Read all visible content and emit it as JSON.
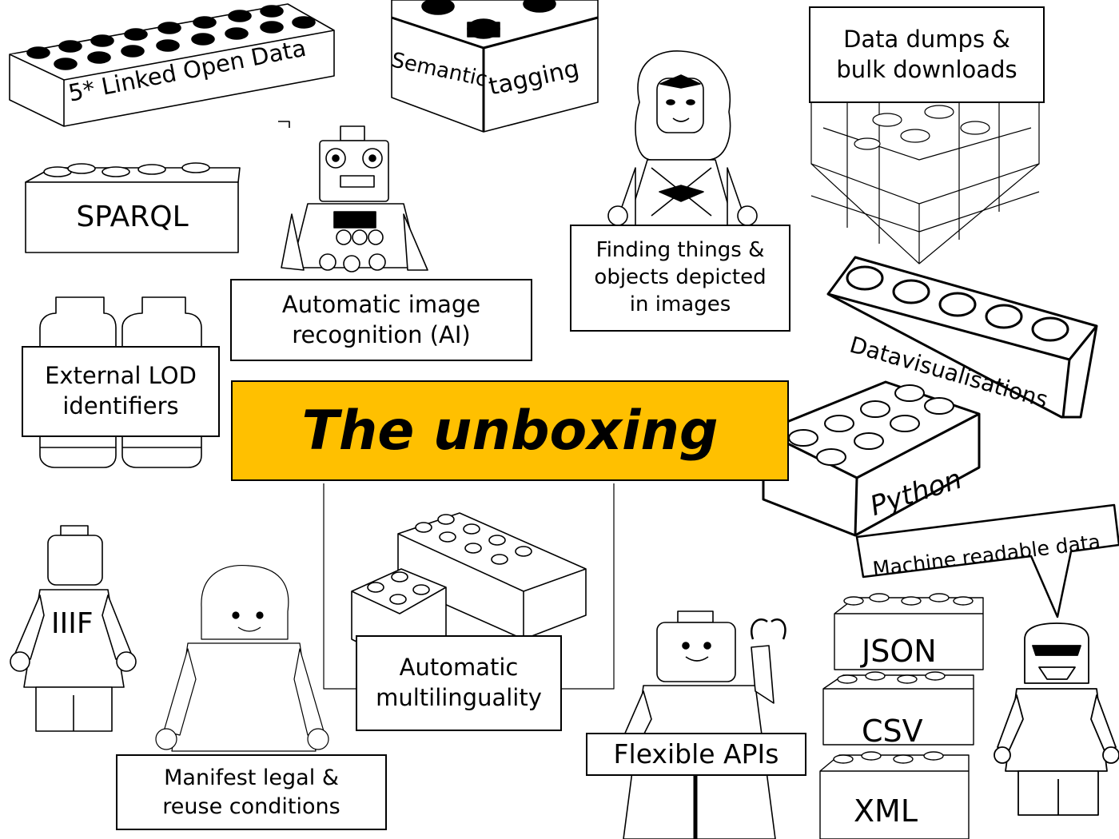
{
  "title": "The unboxing",
  "labels": {
    "lod5": "5* Linked Open Data",
    "semantic": "Semantic",
    "tagging": "tagging",
    "dumps": "Data dumps & bulk downloads",
    "sparql": "SPARQL",
    "image_recognition": "Automatic image recognition (AI)",
    "finding": "Finding things & objects depicted in images",
    "datavis": "Datavisualisations",
    "external_lod": "External LOD identifiers",
    "python": "Python",
    "machine": "Machine readable data",
    "iiif": "IIIF",
    "multilinguality": "Automatic multilinguality",
    "json": "JSON",
    "csv": "CSV",
    "xml": "XML",
    "flexible_apis": "Flexible APIs",
    "manifest": "Manifest legal & reuse conditions"
  },
  "colors": {
    "title_fill": "#ffc000",
    "ink": "#000000",
    "paper": "#ffffff"
  }
}
